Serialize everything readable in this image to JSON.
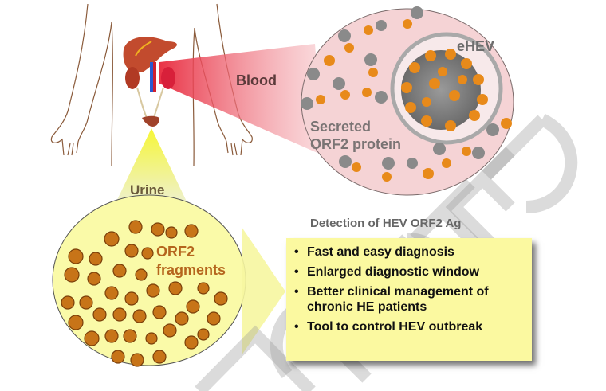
{
  "figure": {
    "labels": {
      "blood": "Blood",
      "urine": "Urine",
      "ehev": "eHEV",
      "secreted_line1": "Secreted",
      "secreted_line2": "ORF2 protein",
      "orf2_line1": "ORF2",
      "orf2_line2": "fragments"
    },
    "detection": {
      "title": "Detection of HEV ORF2 Ag",
      "benefits": [
        "Fast and easy diagnosis",
        "Enlarged diagnostic window",
        "Better clinical management of chronic HE patients",
        "Tool to control HEV outbreak"
      ],
      "bullet": "•"
    },
    "watermark": "ACCEPTED",
    "colors": {
      "blood_beam": "#e8283c",
      "blood_circle": "#f5d3d5",
      "urine_beam": "#f5f530",
      "urine_circle": "#fafaa8",
      "protein_orange": "#e88a1a",
      "protein_gray": "#8a8a8a",
      "benefit_box": "#fbf9a0"
    }
  }
}
